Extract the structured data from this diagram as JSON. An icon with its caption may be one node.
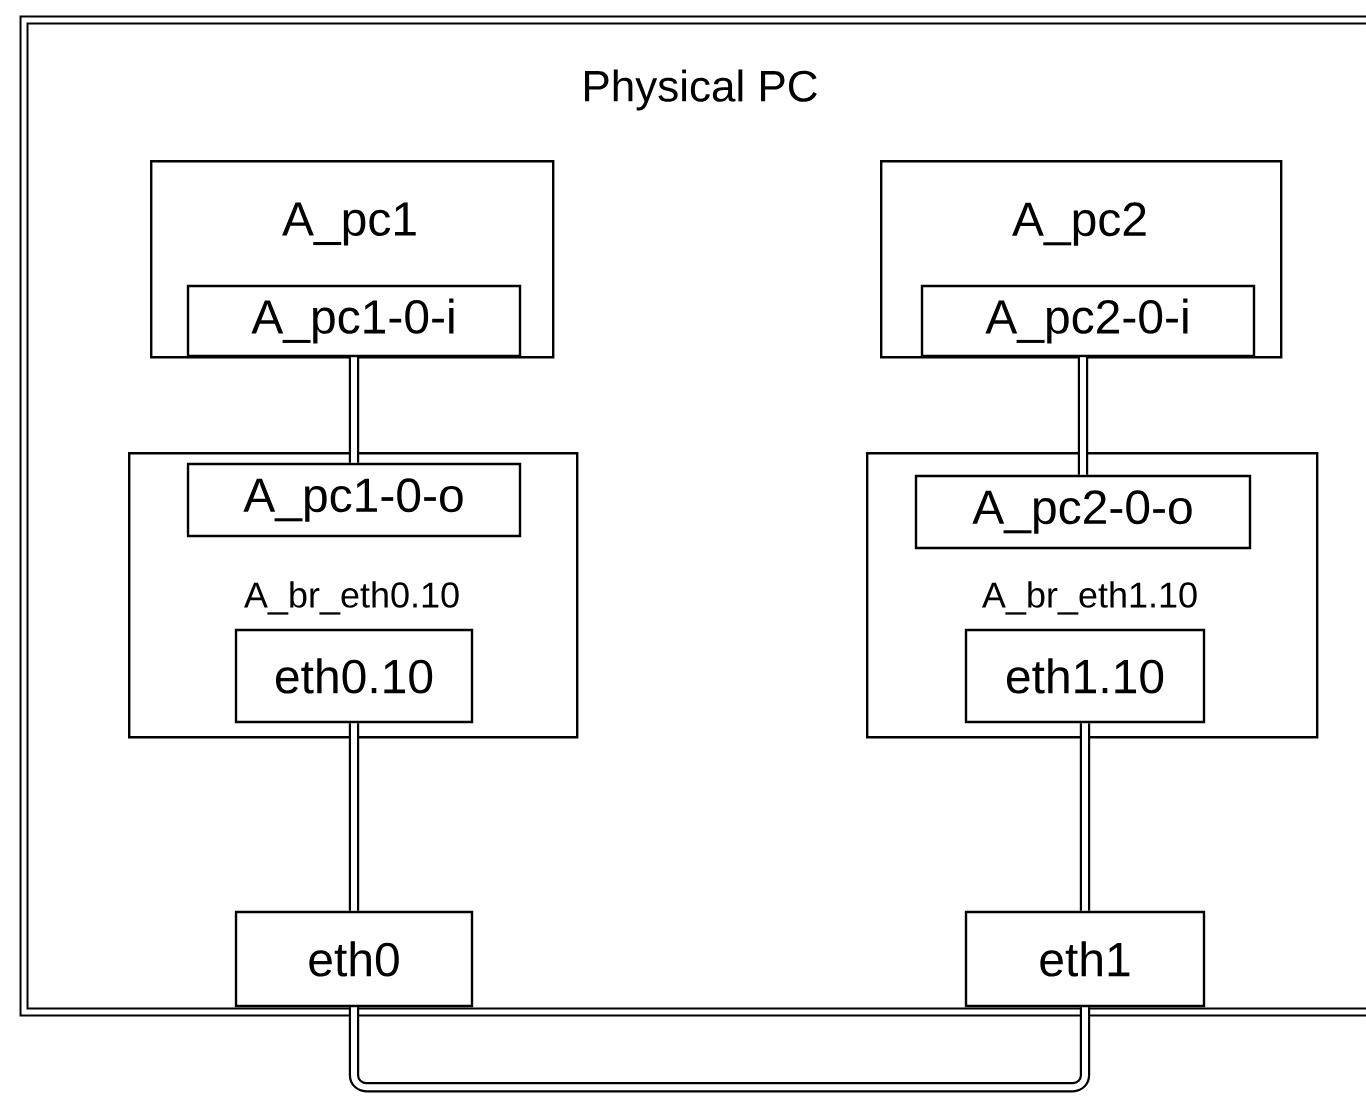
{
  "diagram": {
    "nodes": [
      {
        "text": [
          "Physical PC"
        ]
      },
      {
        "text": [
          "A_pc1"
        ],
        "in": 0
      },
      {
        "text": [
          "A_pc1-0-i"
        ],
        "in": 1
      },
      {
        "text": [
          "A_pc2"
        ],
        "in": 0
      },
      {
        "text": [
          "A_pc2-0-i"
        ],
        "in": 3
      },
      {
        "text": [
          "A_br_eth0.10"
        ],
        "in": 0
      },
      {
        "text": [
          "A_pc1-0-o"
        ],
        "in": 5
      },
      {
        "text": [
          "eth0.10"
        ],
        "in": 5
      },
      {
        "text": [
          "A_br_eth1.10"
        ],
        "in": 0
      },
      {
        "text": [
          "A_pc2-0-o"
        ],
        "in": 8
      },
      {
        "text": [
          "eth1.10"
        ],
        "in": 8
      },
      {
        "text": [
          "eth0"
        ],
        "in": 0
      },
      {
        "text": [
          "eth1"
        ],
        "in": 0
      }
    ],
    "edges": [
      {
        "from": 2,
        "to": 6,
        "arrow": "none"
      },
      {
        "from": 4,
        "to": 9,
        "arrow": "none"
      },
      {
        "from": 7,
        "to": 11,
        "arrow": "none"
      },
      {
        "from": 10,
        "to": 12,
        "arrow": "none"
      },
      {
        "from": 11,
        "to": 12,
        "arrow": "none"
      }
    ]
  }
}
